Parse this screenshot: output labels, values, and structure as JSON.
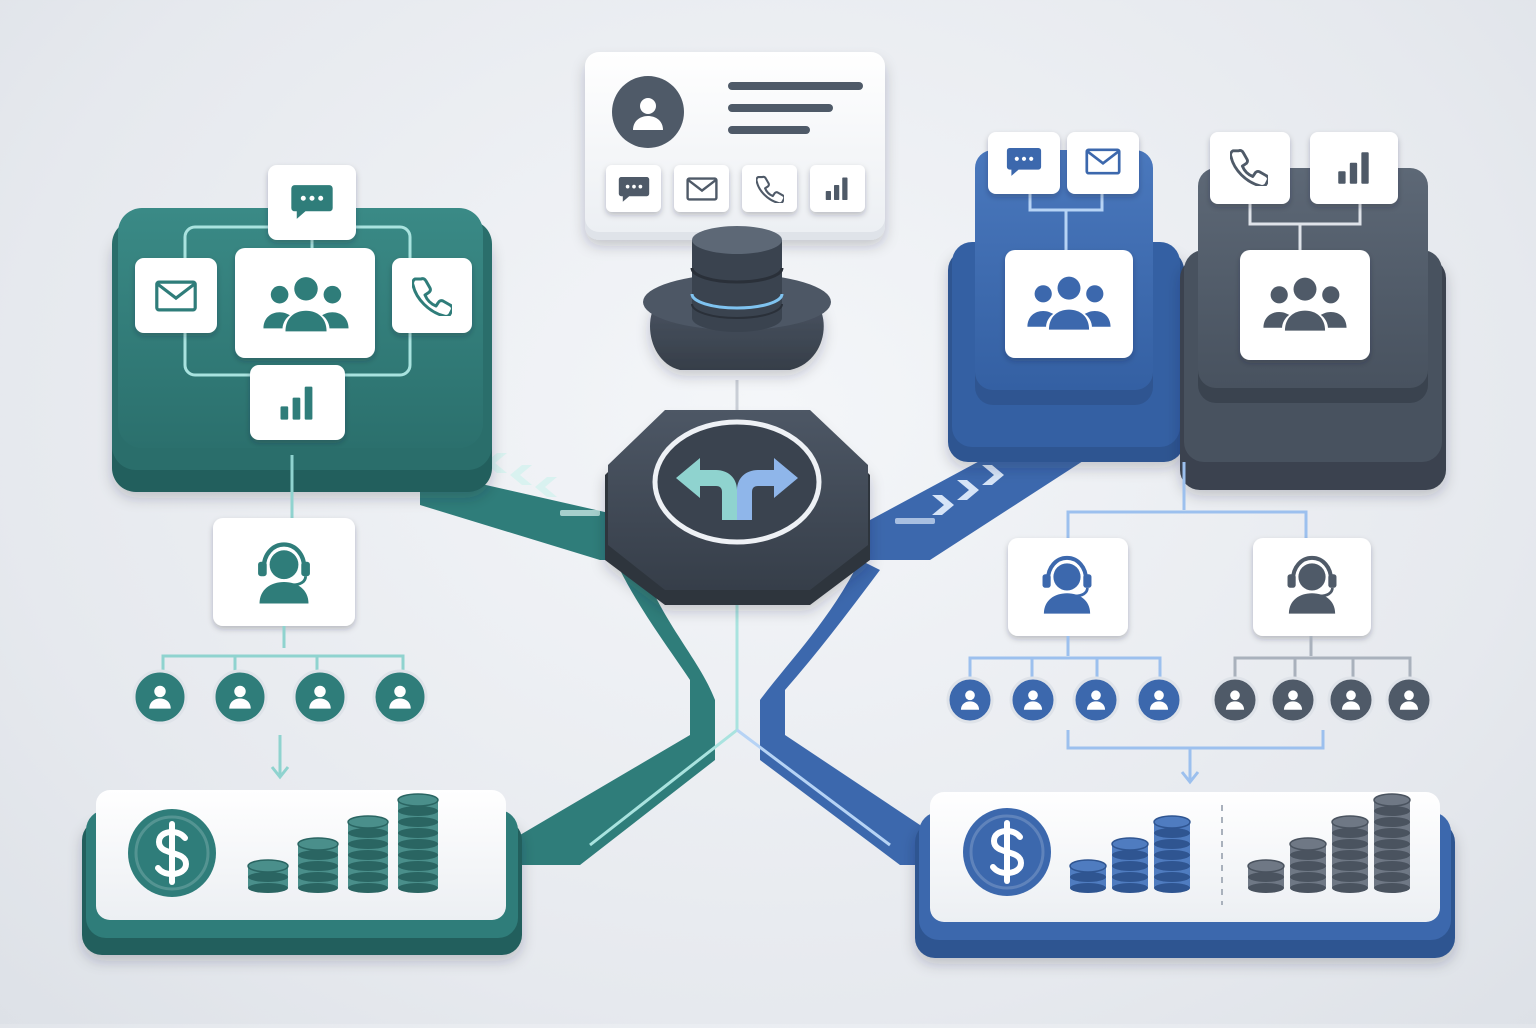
{
  "diagram": {
    "nodes": {
      "customer_profile": {
        "icon": "user-avatar-icon",
        "channels": [
          "chat-icon",
          "mail-icon",
          "phone-icon",
          "bar-chart-icon"
        ]
      },
      "database": {
        "icon": "database-icon"
      },
      "router": {
        "icon": "split-arrow-icon"
      },
      "left_hub": {
        "icon": "user-group-icon",
        "channels": [
          "chat-icon",
          "mail-icon",
          "phone-icon",
          "bar-chart-icon"
        ]
      },
      "right_hub_blue": {
        "icon": "user-group-icon",
        "channels": [
          "chat-icon",
          "mail-icon"
        ]
      },
      "right_hub_gray": {
        "icon": "user-group-icon",
        "channels": [
          "phone-icon",
          "bar-chart-icon"
        ]
      },
      "left_agent": {
        "icon": "headset-agent-icon",
        "team_size": 4
      },
      "right_agent_blue": {
        "icon": "headset-agent-icon",
        "team_size": 4
      },
      "right_agent_gray": {
        "icon": "headset-agent-icon",
        "team_size": 4
      },
      "left_revenue": {
        "icon": "dollar-coin-icon",
        "coin_stacks": [
          1,
          2,
          3,
          4
        ]
      },
      "right_revenue": {
        "icon": "dollar-coin-icon",
        "coin_stacks_blue": [
          1,
          2,
          3
        ],
        "coin_stacks_gray": [
          1,
          2,
          3,
          4
        ]
      }
    },
    "colors": {
      "teal": "#2f7d7a",
      "teal_dark": "#245f5d",
      "teal_light": "#8fd3cf",
      "blue": "#3c68ad",
      "blue_dark": "#2f5591",
      "blue_light": "#9cc0ee",
      "slate": "#4f5a68",
      "slate_dark": "#3a434f",
      "card": "#f7f8fa",
      "card_shadow": "#c9ced6"
    }
  }
}
